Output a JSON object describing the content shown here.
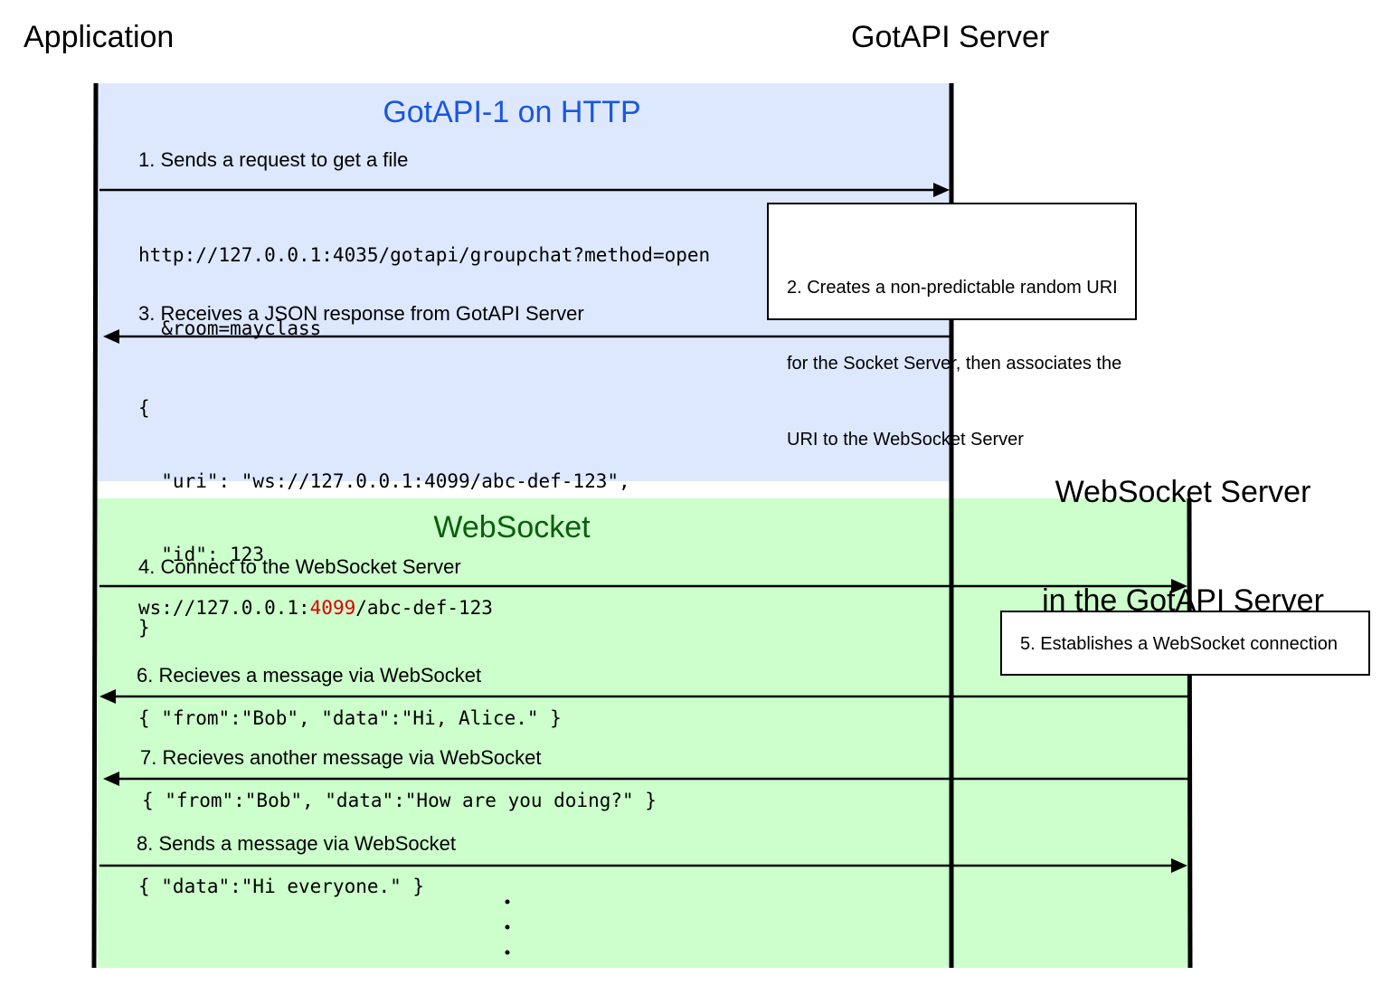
{
  "actors": {
    "application": "Application",
    "gotapi_server": "GotAPI Server",
    "websocket_server_line1": "WebSocket Server",
    "websocket_server_line2": "in the GotAPI Server"
  },
  "sections": {
    "http": {
      "title": "GotAPI-1 on HTTP",
      "title_color": "#1a56e0",
      "fill": "#dde8ff"
    },
    "websocket": {
      "title": "WebSocket",
      "title_color": "#0b5e0b",
      "fill": "#ccffcc"
    }
  },
  "steps": {
    "s1": "1. Sends a request to get a file",
    "s1_code_line1": "http://127.0.0.1:4035/gotapi/groupchat?method=open",
    "s1_code_line2": "  &room=mayclass",
    "s2_line1": "2. Creates a non-predictable random URI",
    "s2_line2": "for the Socket Server, then associates the",
    "s2_line3": "URI to the WebSocket Server",
    "s3": "3. Receives a JSON response from GotAPI Server",
    "s3_code_line1": "{",
    "s3_code_line2": "  \"uri\": \"ws://127.0.0.1:4099/abc-def-123\",",
    "s3_code_line3": "  \"id\": 123",
    "s3_code_line4": "}",
    "s4": "4. Connect to the WebSocket Server",
    "s4_code_prefix": "ws://127.0.0.1:",
    "s4_code_port": "4099",
    "s4_code_suffix": "/abc-def-123",
    "s5": "5. Establishes a WebSocket connection",
    "s6": "6. Recieves a message via WebSocket",
    "s6_code": "{ \"from\":\"Bob\", \"data\":\"Hi, Alice.\" }",
    "s7": "7. Recieves another message via WebSocket",
    "s7_code": "{ \"from\":\"Bob\", \"data\":\"How are you doing?\" }",
    "s8": "8. Sends a message via WebSocket",
    "s8_code": "{ \"data\":\"Hi everyone.\" }"
  },
  "colors": {
    "port_highlight": "#e00000",
    "line": "#000000"
  }
}
